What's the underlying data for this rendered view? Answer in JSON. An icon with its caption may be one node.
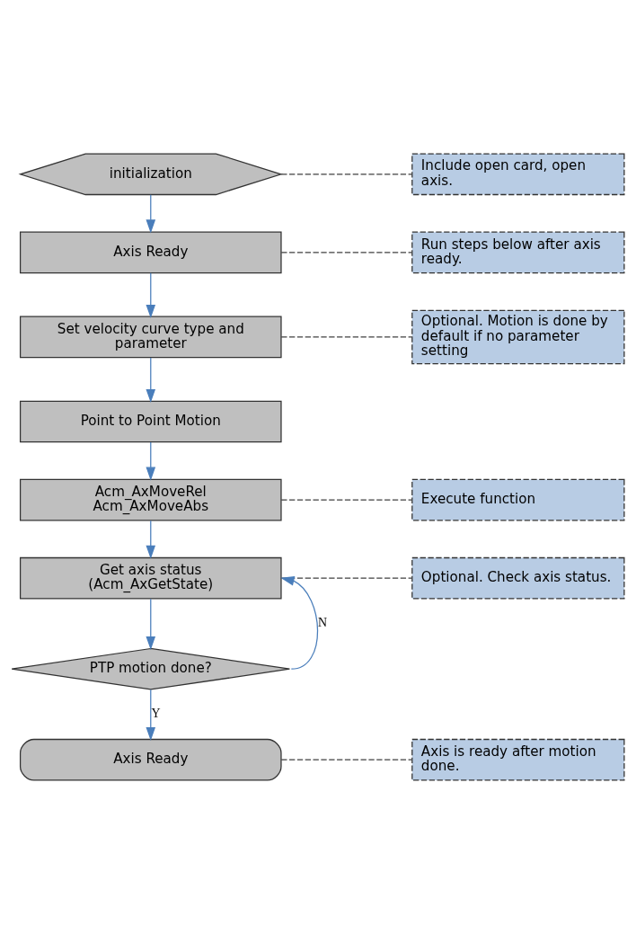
{
  "diagram": {
    "nodes": [
      {
        "text": [
          "initialization"
        ]
      },
      {
        "text": [
          "Include open card, open axis."
        ]
      },
      {
        "text": [
          "Axis Ready"
        ]
      },
      {
        "text": [
          "Run steps below after axis ready."
        ]
      },
      {
        "text": [
          "Set velocity curve type and parameter"
        ]
      },
      {
        "text": [
          "Optional. Motion is done by default if no parameter setting"
        ]
      },
      {
        "text": [
          "Point to Point Motion"
        ]
      },
      {
        "text": [
          "Acm_AxMoveRel",
          "Acm_AxMoveAbs"
        ]
      },
      {
        "text": [
          "Execute function"
        ]
      },
      {
        "text": [
          "Get axis status",
          "(Acm_AxGetState)"
        ]
      },
      {
        "text": [
          "Optional. Check axis status."
        ]
      },
      {
        "text": [
          "PTP motion done?"
        ]
      },
      {
        "text": [
          "Axis Ready"
        ]
      },
      {
        "text": [
          "Axis is ready after motion done."
        ]
      }
    ],
    "edges": [
      {
        "from": 0,
        "to": 1,
        "arrow": "none",
        "style": "dashed",
        "color": "#404040"
      },
      {
        "from": 0,
        "to": 2,
        "arrow": "to"
      },
      {
        "from": 2,
        "to": 3,
        "arrow": "none",
        "style": "dashed",
        "color": "#404040"
      },
      {
        "from": 2,
        "to": 4,
        "arrow": "to"
      },
      {
        "from": 4,
        "to": 5,
        "arrow": "none",
        "style": "dashed",
        "color": "#404040"
      },
      {
        "from": 4,
        "to": 6,
        "arrow": "to"
      },
      {
        "from": 6,
        "to": 7,
        "arrow": "to"
      },
      {
        "from": 7,
        "to": 8,
        "arrow": "none",
        "style": "dashed",
        "color": "#404040"
      },
      {
        "from": 7,
        "to": 9,
        "arrow": "to"
      },
      {
        "from": 9,
        "to": 10,
        "arrow": "none",
        "style": "dashed",
        "color": "#404040"
      },
      {
        "from": 9,
        "to": 11,
        "arrow": "to"
      },
      {
        "from": 11,
        "to": 9,
        "arrow": "to",
        "label": "N"
      },
      {
        "from": 11,
        "to": 12,
        "arrow": "to",
        "label": "Y"
      },
      {
        "from": 12,
        "to": 13,
        "arrow": "none",
        "style": "dashed",
        "color": "#404040"
      }
    ]
  }
}
